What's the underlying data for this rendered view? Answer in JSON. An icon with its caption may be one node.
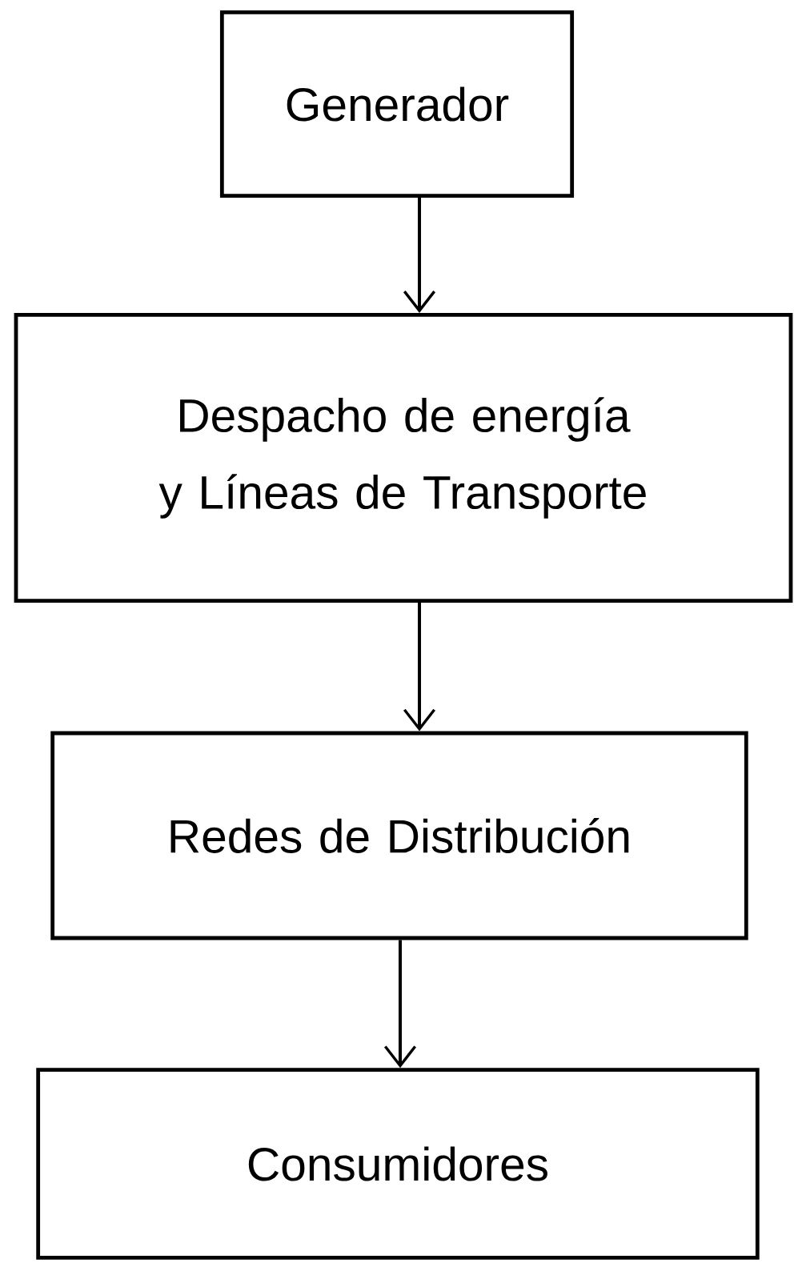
{
  "diagram": {
    "nodes": [
      {
        "text": [
          "Generador"
        ]
      },
      {
        "text": [
          "Despacho de energía y Líneas de Transporte"
        ]
      },
      {
        "text": [
          "Redes de Distribución"
        ]
      },
      {
        "text": [
          "Consumidores"
        ]
      }
    ],
    "edges": [
      {
        "from": 0,
        "to": 1,
        "arrow": "to"
      },
      {
        "from": 1,
        "to": 2,
        "arrow": "to"
      },
      {
        "from": 2,
        "to": 3,
        "arrow": "to"
      }
    ]
  }
}
